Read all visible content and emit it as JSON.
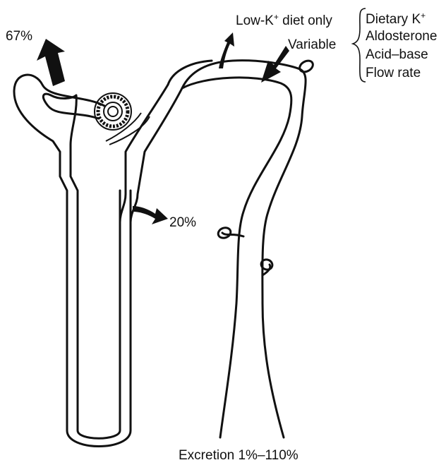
{
  "labels": {
    "proximal_pct": "67%",
    "loop_pct": "20%",
    "low_k_prefix": "Low-K",
    "low_k_sup": "+",
    "low_k_suffix": " diet only",
    "variable": "Variable",
    "excretion": "Excretion 1%–110%"
  },
  "factors": [
    {
      "text": "Dietary K",
      "sup": "+"
    },
    {
      "text": "Aldosterone",
      "sup": ""
    },
    {
      "text": "Acid–base",
      "sup": ""
    },
    {
      "text": "Flow rate",
      "sup": ""
    }
  ],
  "colors": {
    "ink": "#111111",
    "background": "#ffffff"
  }
}
